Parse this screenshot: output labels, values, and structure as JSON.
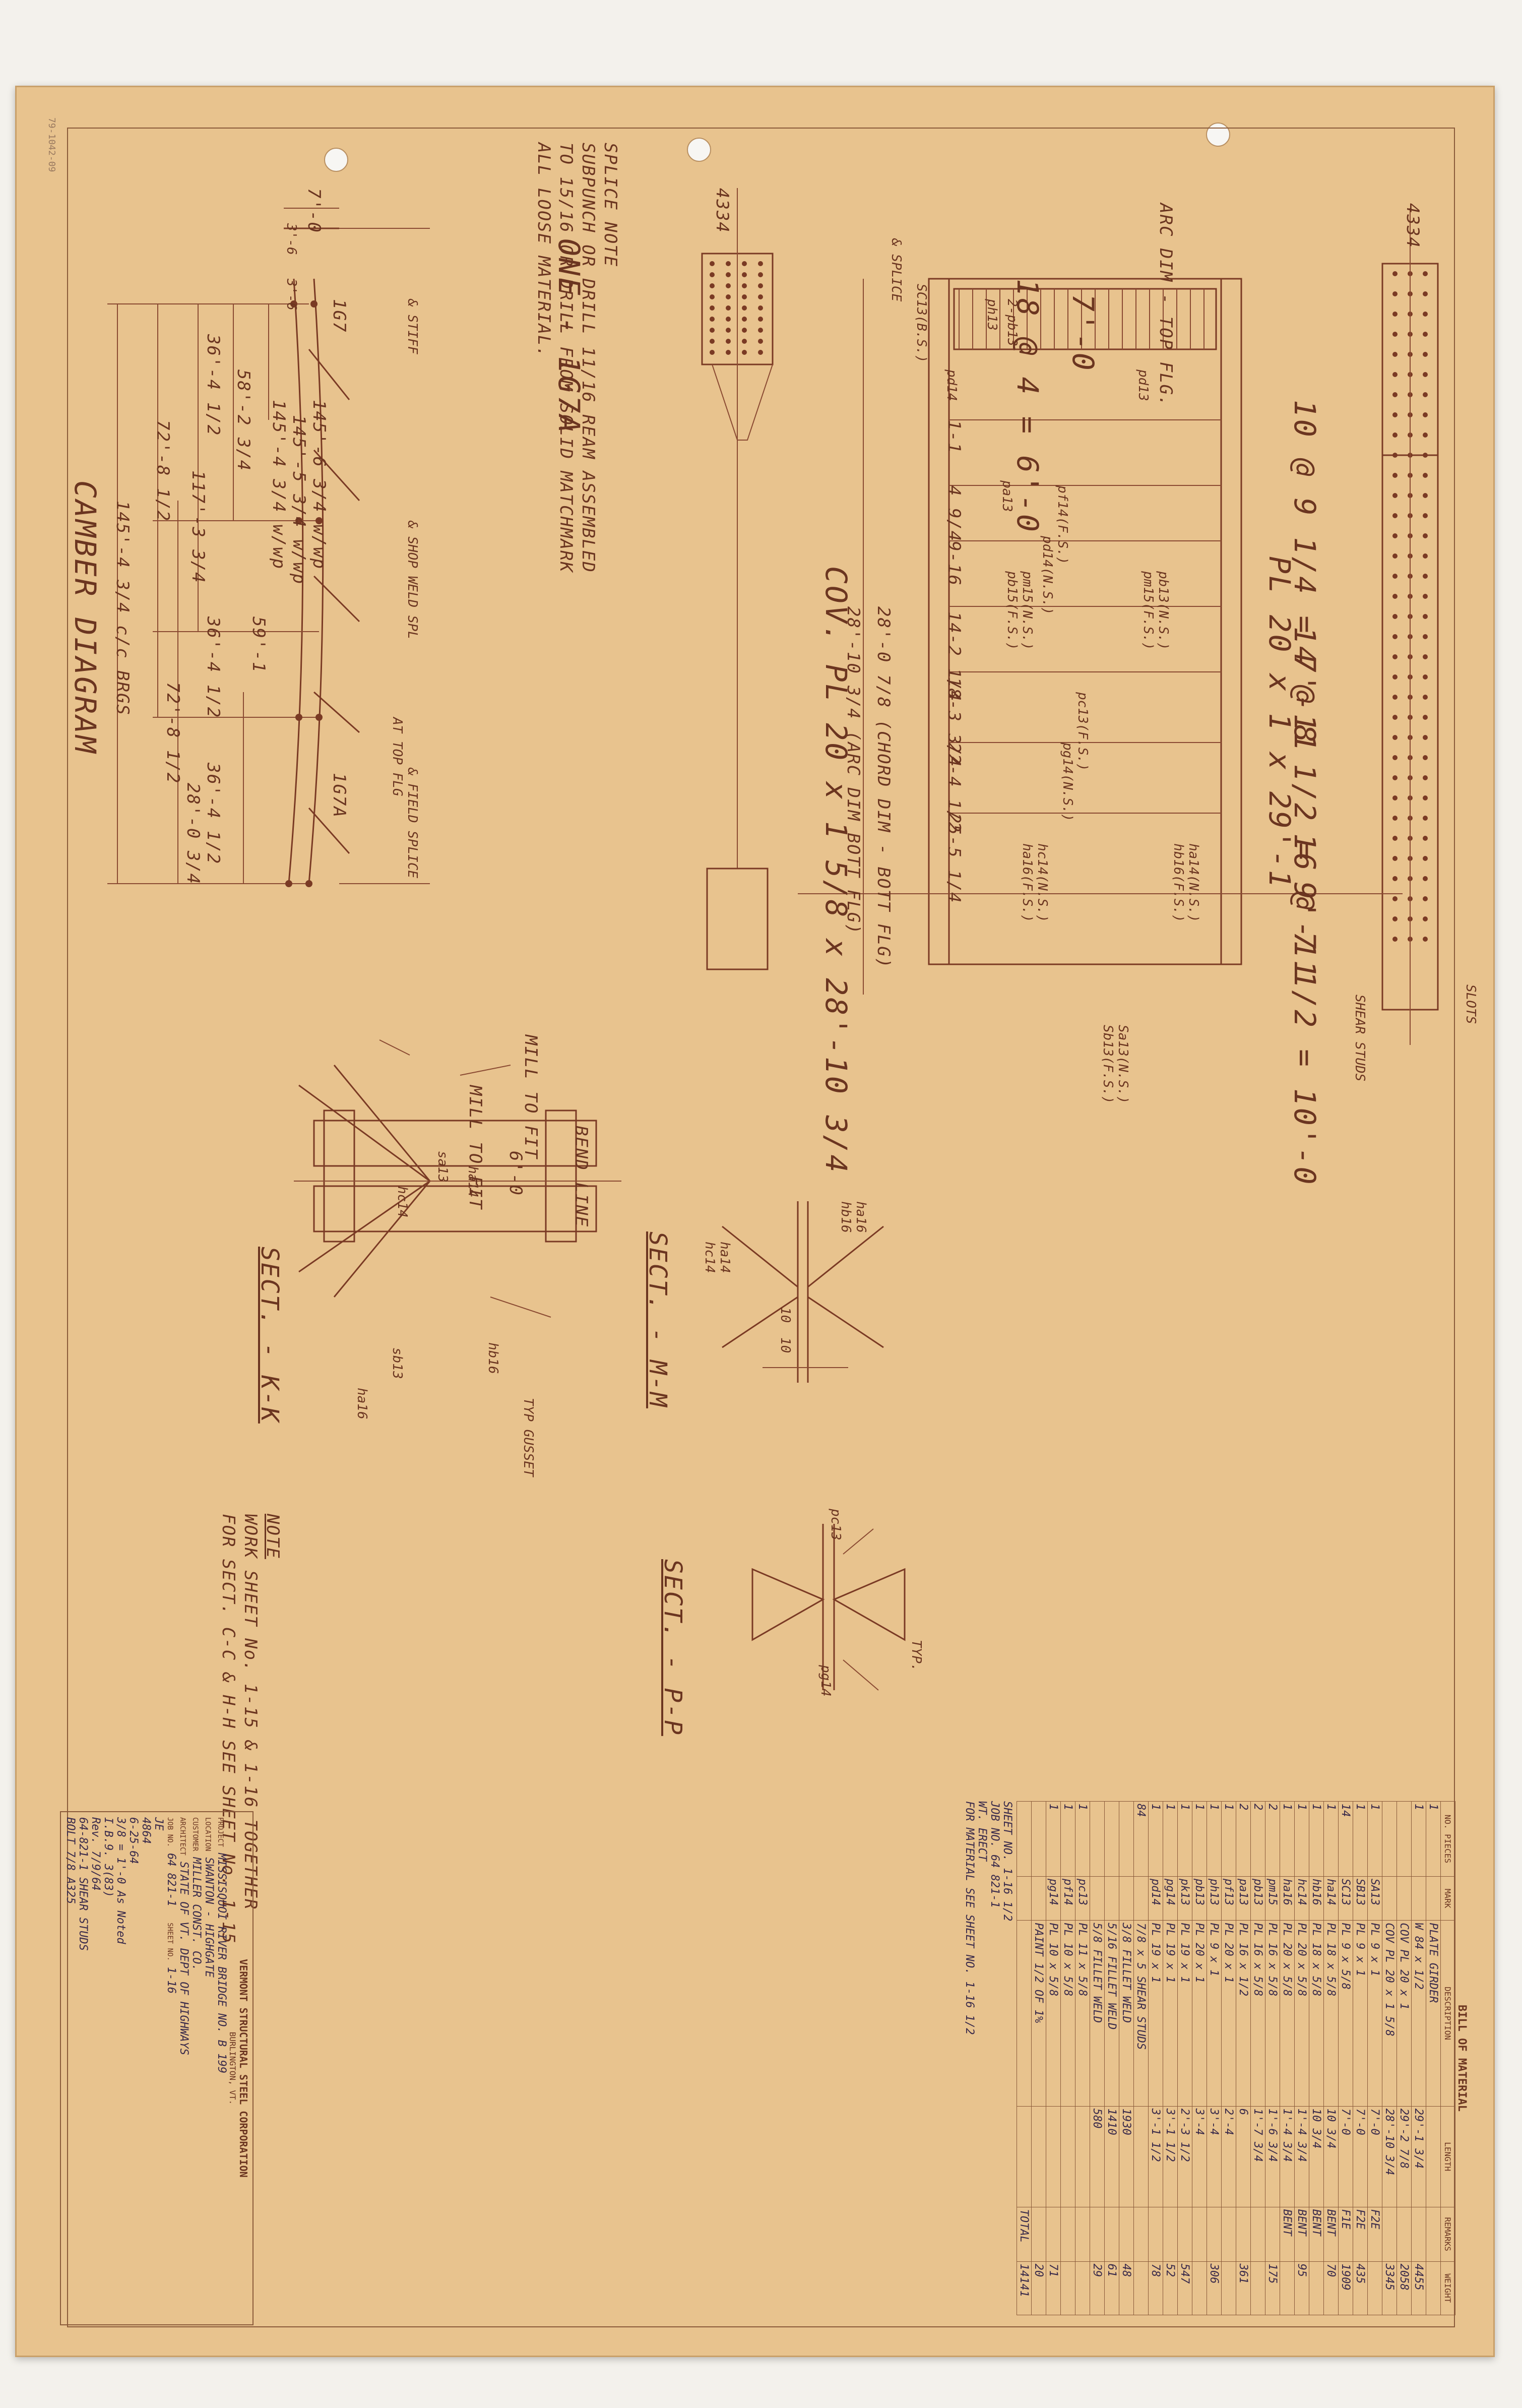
{
  "drawing": {
    "stamp": "79-1042-09",
    "camber": {
      "title": "CAMBER DIAGRAM",
      "top_dim": "7'-0",
      "half_dims": [
        "3'-6",
        "3'-6"
      ],
      "dims": [
        "145'-6 3/4 w/wp",
        "145'-5 3/4 w/wp",
        "145'-4 3/4 w/wp",
        "58'-2 3/4",
        "36'-4 1/2",
        "117'-3 3/4",
        "72'-8 1/2",
        "59'-1",
        "36'-4 1/2",
        "36'-4 1/2",
        "72'-8 1/2",
        "28'-0 3/4",
        "145'-4 3/4 c/c BRGS"
      ],
      "marks": [
        "1G7",
        "1G7A",
        "& STIFF",
        "& SHOP WELD SPL",
        "& FIELD SPLICE",
        "AT TOP FLG"
      ]
    },
    "splice_note": [
      "SPLICE NOTE",
      "SUBPUNCH OR DRILL 11/16 REAM ASSEMBLED",
      "TO 15/16 OR DRILL FROM SOLID MATCHMARK",
      "ALL LOOSE MATERIAL."
    ],
    "elevation": {
      "girder_mark": "ONE - 1G7A",
      "top_label": "ARC DIM - TOP FLG.",
      "top_length": "7'-0",
      "stiff_spacing": "18 @ 4 = 6'-0",
      "cov_plate": "COV. PL 20 x 1 5/8 x 28'-10 3/4",
      "chord_dims": [
        "28'-0 7/8 (CHORD DIM - BOTT FLG)",
        "28'-10 3/4 (ARC DIM BOTT FLG)"
      ],
      "top_plate": "PL 20 x 1 x 29'-1",
      "bolt_patterns": [
        "10 @ 9 1/4 = 7'-11",
        "14 @ 8 1/2 = 9'-11",
        "16 @ 7 1/2 = 10'-0"
      ],
      "side_dims": [
        "1-1",
        "4 9/4",
        "9-16",
        "14-2 1/4",
        "18-3 3/4",
        "22-4 1/2",
        "25-5 1/4"
      ],
      "piece_marks": [
        "SC13(B.S.)",
        "2-pb13",
        "ph13",
        "pd13",
        "pf14(F.S.)",
        "pd14(N.S.)",
        "pm15(N.S.)",
        "pb15(F.S.)",
        "pb13(N.S.)",
        "pm15(F.S.)",
        "pc13(F.S.)",
        "pg14(N.S.)",
        "hc14(N.S.)",
        "ha16(F.S.)",
        "ha14(N.S.)",
        "hb16(F.S.)",
        "Sa13(N.S.)",
        "Sb13(F.S.)",
        "pd14",
        "pa13"
      ],
      "end_labels": [
        "4334",
        "4334",
        "& SPLICE",
        "SHEAR STUDS",
        "SLOTS"
      ]
    },
    "sections": [
      "SECT. - K-K",
      "SECT. - M-M",
      "SECT. - P-P"
    ],
    "sect_kk": {
      "mill1": "MILL TO FIT",
      "mill2": "MILL TO FIT",
      "width": "6'-0",
      "bend": "BEND LINE",
      "marks": [
        "sa13",
        "ha14",
        "hc14",
        "hb16",
        "ha16",
        "sb13",
        "TYP GUSSET"
      ]
    },
    "sect_mm": {
      "marks": [
        "ha16",
        "hb16",
        "ha14",
        "hc14"
      ],
      "dims": [
        "10",
        "10"
      ]
    },
    "sect_pp": {
      "marks": [
        "pc13",
        "pg14",
        "TYP."
      ]
    },
    "note": [
      "NOTE",
      "WORK SHEET No. 1-15 & 1-16 TOGETHER",
      "FOR SECT. C-C & H-H SEE SHEET No. 1-15"
    ]
  },
  "bill_of_material": {
    "title": "BILL OF MATERIAL",
    "headers": [
      "NO. PIECES",
      "MARK",
      "DESCRIPTION",
      "LENGTH",
      "REMARKS",
      "WEIGHT"
    ],
    "rows": [
      [
        "1",
        "",
        "PLATE GIRDER",
        "",
        "",
        ""
      ],
      [
        "1",
        "",
        "W 84 x 1/2",
        "29'-1 3/4",
        "",
        "4455"
      ],
      [
        "",
        "",
        "COV PL 20 x 1",
        "29'-2 7/8",
        "",
        "2058"
      ],
      [
        "",
        "",
        "COV PL 20 x 1 5/8",
        "28'-10 3/4",
        "",
        "3345"
      ],
      [
        "1",
        "SA13",
        "PL 9 x 1",
        "7'-0",
        "F2E",
        ""
      ],
      [
        "1",
        "SB13",
        "PL 9 x 1",
        "7'-0",
        "F2E",
        "435"
      ],
      [
        "14",
        "SC13",
        "PL 9 x 5/8",
        "7'-0",
        "F1E",
        "1909"
      ],
      [
        "1",
        "ha14",
        "PL 18 x 5/8",
        "10 3/4",
        "BENT",
        "70"
      ],
      [
        "1",
        "hb16",
        "PL 18 x 5/8",
        "10 3/4",
        "BENT",
        ""
      ],
      [
        "1",
        "hc14",
        "PL 20 x 5/8",
        "1'-4 3/4",
        "BENT",
        "95"
      ],
      [
        "1",
        "ha16",
        "PL 20 x 5/8",
        "1'-4 3/4",
        "BENT",
        ""
      ],
      [
        "2",
        "pm15",
        "PL 16 x 5/8",
        "1'-6 3/4",
        "",
        "175"
      ],
      [
        "2",
        "pb13",
        "PL 16 x 5/8",
        "1'-7 3/4",
        "",
        ""
      ],
      [
        "2",
        "pa13",
        "PL 16 x 1/2",
        "6",
        "",
        "361"
      ],
      [
        "1",
        "pf13",
        "PL 20 x 1",
        "2'-4",
        "",
        ""
      ],
      [
        "1",
        "ph13",
        "PL 9 x 1",
        "3'-4",
        "",
        "306"
      ],
      [
        "1",
        "pb13",
        "PL 20 x 1",
        "3'-4",
        "",
        ""
      ],
      [
        "1",
        "pk13",
        "PL 19 x 1",
        "2'-3 1/2",
        "",
        "547"
      ],
      [
        "1",
        "pg14",
        "PL 19 x 1",
        "3'-1 1/2",
        "",
        "52"
      ],
      [
        "1",
        "pd14",
        "PL 19 x 1",
        "3'-1 1/2",
        "",
        "78"
      ],
      [
        "84",
        "",
        "7/8 x 5 SHEAR STUDS",
        "",
        "",
        ""
      ],
      [
        "",
        "",
        "3/8 FILLET WELD",
        "1930",
        "",
        "48"
      ],
      [
        "",
        "",
        "5/16 FILLET WELD",
        "1410",
        "",
        "61"
      ],
      [
        "",
        "",
        "5/8 FILLET WELD",
        "580",
        "",
        "29"
      ],
      [
        "1",
        "pc13",
        "PL 11 x 5/8",
        "",
        "",
        ""
      ],
      [
        "1",
        "pf14",
        "PL 10 x 5/8",
        "",
        "",
        ""
      ],
      [
        "1",
        "pg14",
        "PL 10 x 5/8",
        "",
        "",
        "71"
      ],
      [
        "",
        "",
        "PAINT 1/2 OF 1%",
        "",
        "",
        "20"
      ],
      [
        "",
        "",
        "",
        "",
        "TOTAL",
        "14141"
      ]
    ],
    "ship_note": "SHEET NO. 1-16 1/2",
    "job_no": "JOB NO. 64 821-1",
    "wt_erect": "WT. ERECT",
    "for_material": "FOR MATERIAL SEE SHEET NO. 1-16 1/2"
  },
  "title_block": {
    "company": "VERMONT STRUCTURAL STEEL CORPORATION",
    "city": "BURLINGTON, VT.",
    "project_label": "PROJECT",
    "project": "MISSISQUOI RIVER BRIDGE NO. B 199",
    "location_label": "LOCATION",
    "location": "SWANTON - HIGHGATE",
    "customer_label": "CUSTOMER",
    "customer": "MILLER CONST. CO.",
    "architect_label": "ARCHITECT",
    "architect": "STATE OF VT. DEPT OF HIGHWAYS",
    "job_label": "JOB NO.",
    "job": "64 821-1",
    "sheet_label": "SHEET NO.",
    "sheet": "1-16",
    "drawn": "JE",
    "checked": "4864",
    "date": "6-25-64",
    "scale": "3/8 = 1'-0 As Noted",
    "ref": "I.B.9. 3(83)",
    "rev": "Rev. 7/9/64",
    "notes": [
      "64-821-1 SHEAR STUDS",
      "BOLT 7/8 A325"
    ]
  }
}
